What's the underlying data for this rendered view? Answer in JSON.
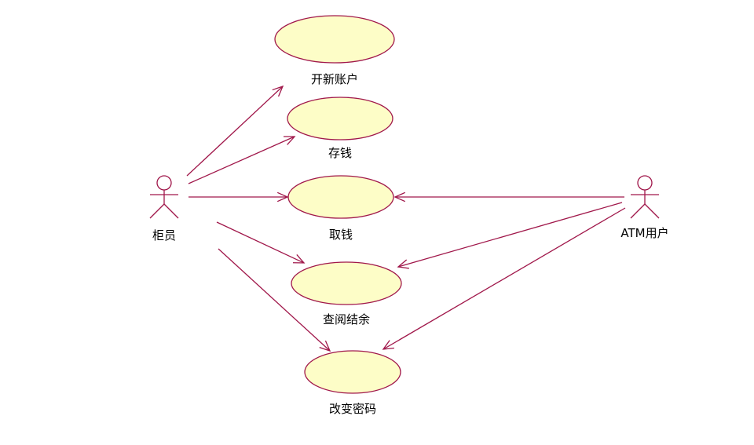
{
  "colors": {
    "line": "#a0174a",
    "usecase_fill": "#fdfdc7",
    "usecase_stroke": "#a0174a",
    "actor_stroke": "#a0174a"
  },
  "actors": [
    {
      "id": "clerk",
      "label": "柜员",
      "icon": "stick-figure-icon"
    },
    {
      "id": "atm_user",
      "label": "ATM用户",
      "icon": "stick-figure-icon"
    }
  ],
  "use_cases": [
    {
      "id": "open_account",
      "label": "开新账户"
    },
    {
      "id": "deposit",
      "label": "存钱"
    },
    {
      "id": "withdraw",
      "label": "取钱"
    },
    {
      "id": "check_balance",
      "label": "查阅结余"
    },
    {
      "id": "change_password",
      "label": "改变密码"
    }
  ],
  "associations": [
    {
      "from": "clerk",
      "to": "open_account"
    },
    {
      "from": "clerk",
      "to": "deposit"
    },
    {
      "from": "clerk",
      "to": "withdraw"
    },
    {
      "from": "clerk",
      "to": "check_balance"
    },
    {
      "from": "clerk",
      "to": "change_password"
    },
    {
      "from": "atm_user",
      "to": "withdraw"
    },
    {
      "from": "atm_user",
      "to": "check_balance"
    },
    {
      "from": "atm_user",
      "to": "change_password"
    }
  ]
}
